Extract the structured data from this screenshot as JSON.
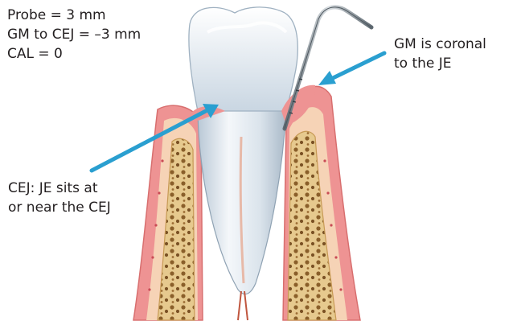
{
  "stats": {
    "probe": "Probe = 3 mm",
    "gm_to_cej": "GM to CEJ = –3 mm",
    "cal": "CAL = 0"
  },
  "callouts": {
    "cej": {
      "line1": "CEJ: JE sits at",
      "line2": "or near the CEJ"
    },
    "gm": {
      "line1": "GM is coronal",
      "line2": "to the JE"
    }
  },
  "colors": {
    "arrow": "#2a9fd0",
    "gum": "#ef8f8f",
    "bone": "#e8cf98",
    "tooth": "#e3eaf1"
  }
}
